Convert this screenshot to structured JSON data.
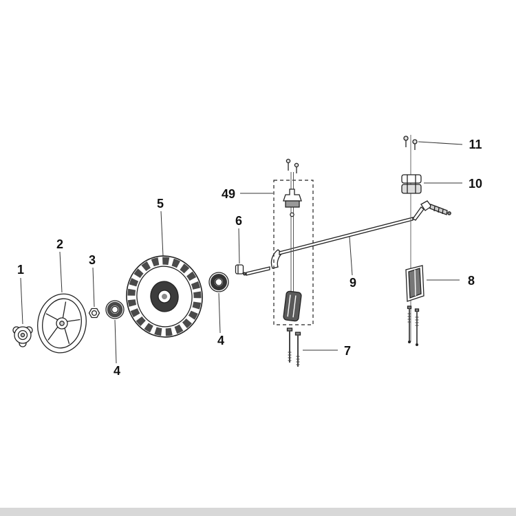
{
  "colors": {
    "background": "#ffffff",
    "line": "#222222",
    "label": "#111111",
    "footer_bar": "#d8d8d8"
  },
  "diagram": {
    "labels": {
      "p1": "1",
      "p2": "2",
      "p3": "3",
      "p4a": "4",
      "p5": "5",
      "p4b": "4",
      "p6": "6",
      "p49": "49",
      "p7": "7",
      "p9": "9",
      "p8": "8",
      "p10": "10",
      "p11": "11"
    }
  }
}
